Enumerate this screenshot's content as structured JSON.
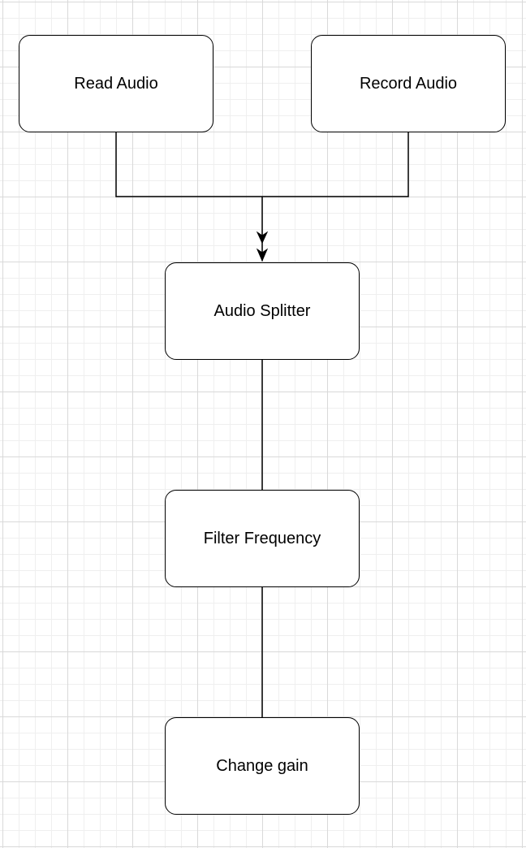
{
  "diagram": {
    "nodes": [
      {
        "id": "read_audio",
        "label": "Read Audio"
      },
      {
        "id": "record_audio",
        "label": "Record Audio"
      },
      {
        "id": "audio_splitter",
        "label": "Audio Splitter"
      },
      {
        "id": "filter_frequency",
        "label": "Filter Frequency"
      },
      {
        "id": "change_gain",
        "label": "Change gain"
      }
    ],
    "edges": [
      {
        "from": "read_audio",
        "to": "audio_splitter",
        "arrow": true
      },
      {
        "from": "record_audio",
        "to": "audio_splitter",
        "arrow": true
      },
      {
        "from": "audio_splitter",
        "to": "filter_frequency",
        "arrow": false
      },
      {
        "from": "filter_frequency",
        "to": "change_gain",
        "arrow": false
      }
    ],
    "colors": {
      "stroke": "#000000",
      "node_fill": "#ffffff",
      "grid_major": "#d9d9d9",
      "grid_minor": "#efefef"
    }
  }
}
